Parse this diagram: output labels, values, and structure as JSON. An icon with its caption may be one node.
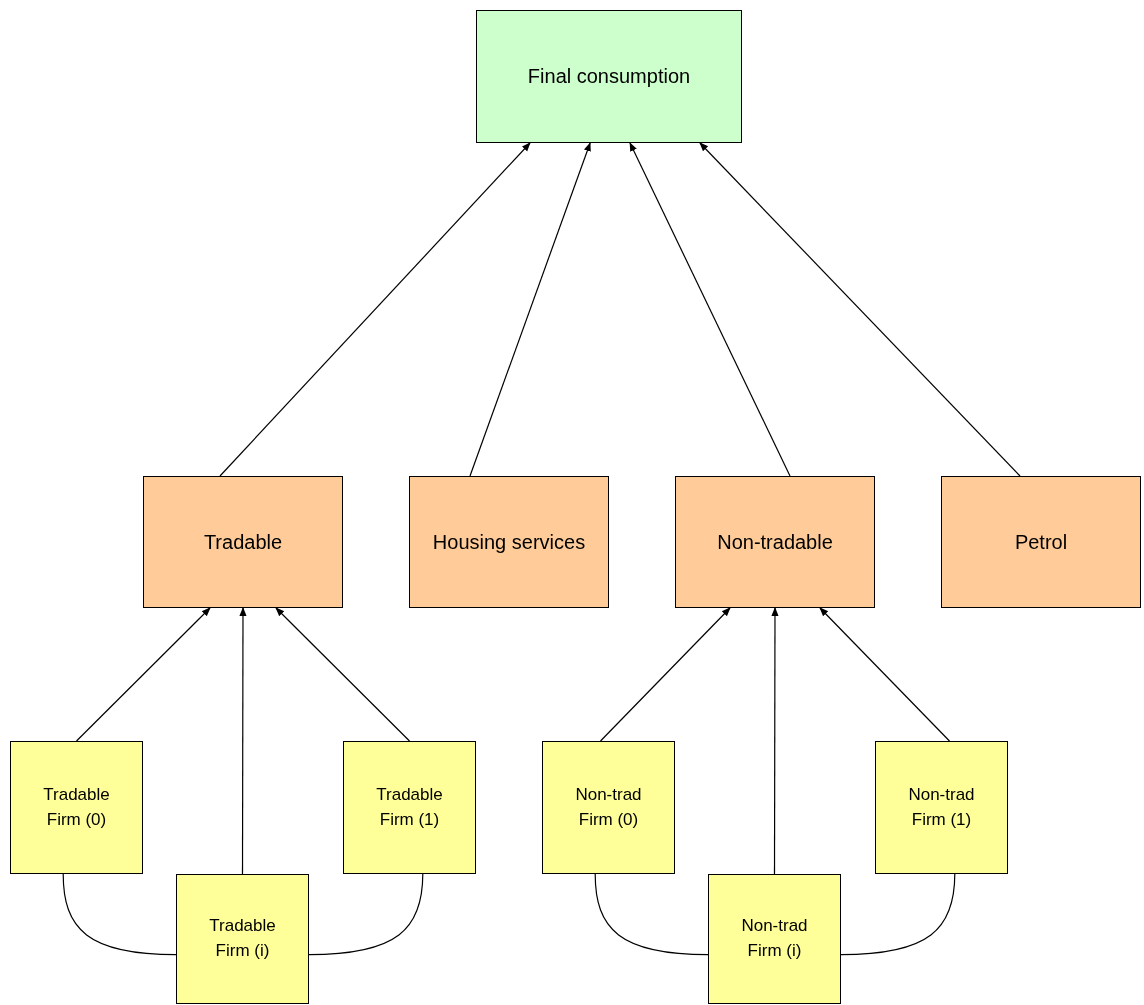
{
  "diagram": {
    "nodes": [
      {
        "text": [
          "Final consumption"
        ]
      },
      {
        "text": [
          "Tradable"
        ]
      },
      {
        "text": [
          "Housing services"
        ]
      },
      {
        "text": [
          "Non-tradable"
        ]
      },
      {
        "text": [
          "Petrol"
        ]
      },
      {
        "text": [
          "Tradable Firm (0)"
        ]
      },
      {
        "text": [
          "Tradable Firm (i)"
        ]
      },
      {
        "text": [
          "Tradable Firm (1)"
        ]
      },
      {
        "text": [
          "Non-trad Firm (0)"
        ]
      },
      {
        "text": [
          "Non-trad Firm (i)"
        ]
      },
      {
        "text": [
          "Non-trad Firm (1)"
        ]
      }
    ],
    "edges": [
      {
        "from": 1,
        "to": 0,
        "arrow": "to"
      },
      {
        "from": 2,
        "to": 0,
        "arrow": "to"
      },
      {
        "from": 3,
        "to": 0,
        "arrow": "to"
      },
      {
        "from": 4,
        "to": 0,
        "arrow": "to"
      },
      {
        "from": 5,
        "to": 1,
        "arrow": "to"
      },
      {
        "from": 6,
        "to": 1,
        "arrow": "to"
      },
      {
        "from": 7,
        "to": 1,
        "arrow": "to"
      },
      {
        "from": 8,
        "to": 3,
        "arrow": "to"
      },
      {
        "from": 9,
        "to": 3,
        "arrow": "to"
      },
      {
        "from": 10,
        "to": 3,
        "arrow": "to"
      },
      {
        "from": 5,
        "to": 6,
        "arrow": "none"
      },
      {
        "from": 7,
        "to": 6,
        "arrow": "none"
      },
      {
        "from": 8,
        "to": 9,
        "arrow": "none"
      },
      {
        "from": 10,
        "to": 9,
        "arrow": "none"
      }
    ]
  }
}
